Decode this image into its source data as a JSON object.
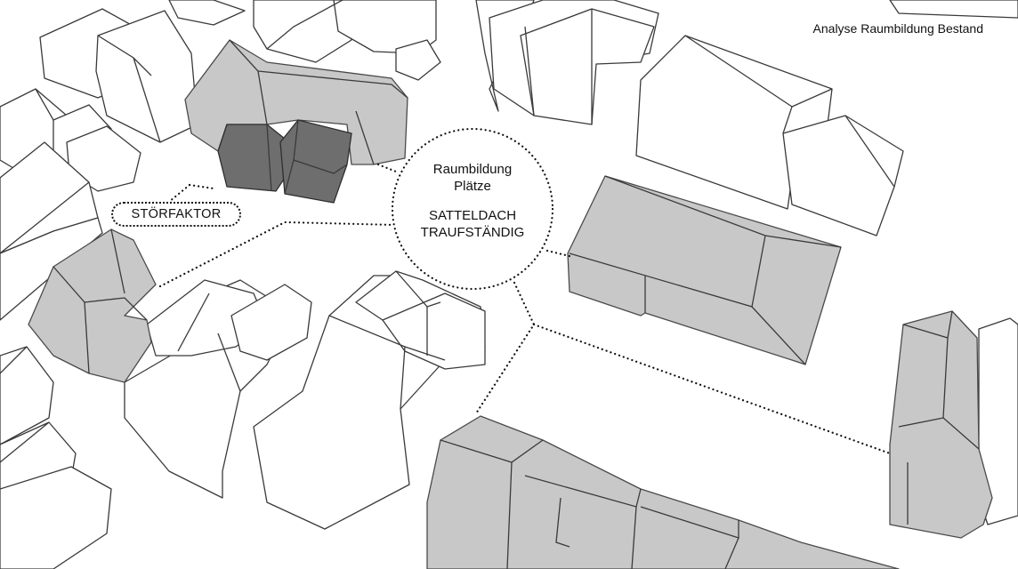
{
  "title": "Analyse Raumbildung Bestand",
  "circle": {
    "line1": "Raumbildung",
    "line2": "Plätze",
    "line3": "SATTELDACH",
    "line4": "TRAUFSTÄNDIG"
  },
  "stoerfaktor_label": "STÖRFAKTOR",
  "colors": {
    "building_white": "#ffffff",
    "building_grey": "#c8c8c8",
    "building_dark": "#6e6e6e",
    "outline": "#3a3a3a"
  }
}
